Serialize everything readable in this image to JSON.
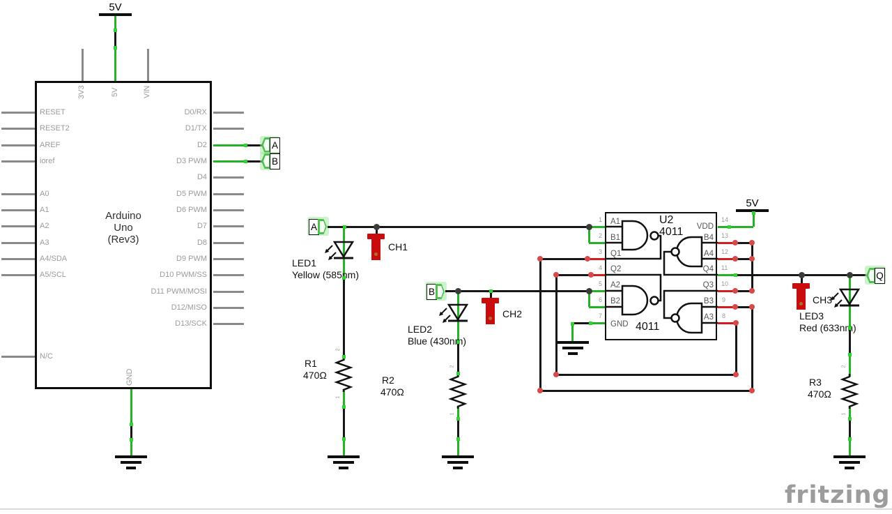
{
  "app": {
    "watermark": "fritzing"
  },
  "colors": {
    "wire_black": "#161616",
    "wire_green": "#26b226",
    "net_red": "#d31c1c",
    "probe_red": "#c90d0d",
    "pin_gray": "#8a8a8a",
    "label_gray": "#9b9b9b",
    "flag_green": "#4fbf4f"
  },
  "power": {
    "rail_top_left": "5V",
    "rail_ic": "5V"
  },
  "arduino": {
    "title": [
      "Arduino",
      "Uno",
      "(Rev3)"
    ],
    "top_pins": [
      "3V3",
      "5V",
      "VIN"
    ],
    "bottom_pins": [
      "GND"
    ],
    "left_pins": [
      "RESET",
      "RESET2",
      "AREF",
      "ioref",
      "A0",
      "A1",
      "A2",
      "A3",
      "A4/SDA",
      "A5/SCL",
      "N/C"
    ],
    "right_pins": [
      "D0/RX",
      "D1/TX",
      "D2",
      "D3 PWM",
      "D4",
      "D5 PWM",
      "D6 PWM",
      "D7",
      "D8",
      "D9 PWM",
      "D10 PWM/SS",
      "D11 PWM/MOSI",
      "D12/MISO",
      "D13/SCK"
    ]
  },
  "net_labels": {
    "a": "A",
    "b": "B",
    "q": "Q"
  },
  "ic": {
    "designator": "U2",
    "part_number": "4011",
    "part_number_bottom": "4011",
    "left_pin_numbers": [
      "1",
      "2",
      "3",
      "4",
      "5",
      "6",
      "7"
    ],
    "left_pin_names": [
      "A1",
      "B1",
      "Q1",
      "Q2",
      "A2",
      "B2",
      "GND"
    ],
    "right_pin_numbers": [
      "14",
      "13",
      "12",
      "11",
      "10",
      "9",
      "8"
    ],
    "right_pin_names": [
      "VDD",
      "B4",
      "A4",
      "Q4",
      "Q3",
      "B3",
      "A3"
    ]
  },
  "probes": {
    "ch1": "CH1",
    "ch2": "CH2",
    "ch3": "CH3"
  },
  "leds": {
    "led1": {
      "ref": "LED1",
      "spec": "Yellow (585nm)"
    },
    "led2": {
      "ref": "LED2",
      "spec": "Blue (430nm)"
    },
    "led3": {
      "ref": "LED3",
      "spec": "Red (633nm)"
    }
  },
  "resistors": {
    "r1": {
      "ref": "R1",
      "value": "470Ω"
    },
    "r2": {
      "ref": "R2",
      "value": "470Ω"
    },
    "r3": {
      "ref": "R3",
      "value": "470Ω"
    },
    "pin_top": "2",
    "pin_bottom": "1"
  }
}
